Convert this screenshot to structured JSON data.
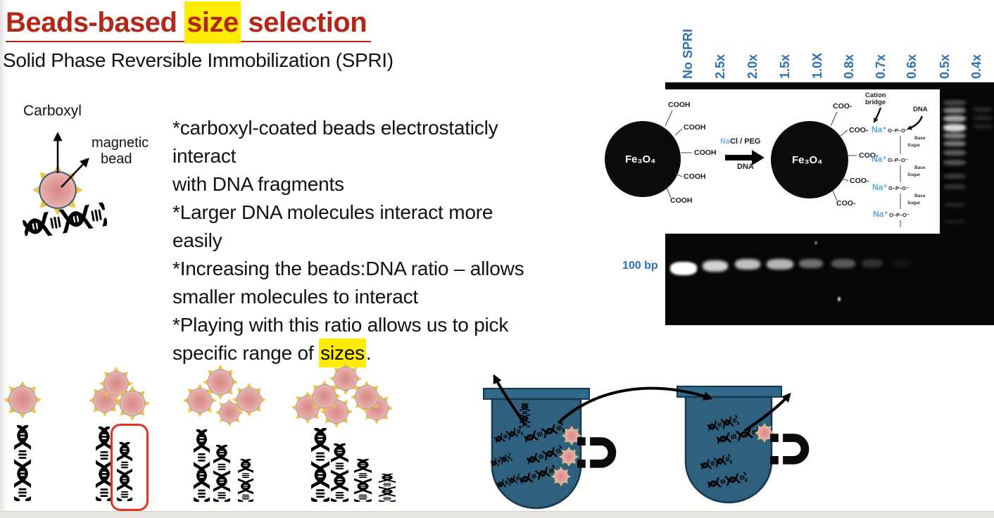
{
  "title": {
    "prefix": "Beads-based ",
    "highlight": "size",
    "suffix": " selection"
  },
  "subtitle": "Solid Phase Reversible Immobilization (SPRI)",
  "bead_diagram": {
    "carboxyl_label": "Carboxyl",
    "magnetic_label_line1": "magnetic",
    "magnetic_label_line2": "bead"
  },
  "bullets": {
    "lines": [
      "*carboxyl-coated beads electrostaticly",
      "interact",
      "with DNA fragments",
      "*Larger DNA molecules interact more",
      "easily",
      "*Increasing the beads:DNA ratio – allows",
      "smaller molecules to interact",
      "*Playing with this ratio allows us to pick"
    ],
    "last_line": {
      "prefix": "specific range of ",
      "highlight": "sizes",
      "suffix": "."
    }
  },
  "gel": {
    "lane_labels": [
      "No SPRI",
      "2.5x",
      "2.0x",
      "1.5x",
      "1.0X",
      "0.8x",
      "0.7x",
      "0.6x",
      "0.5x",
      "0.4x"
    ],
    "marker_label": "100 bp",
    "band_intensities": [
      1,
      0.82,
      0.75,
      0.7,
      0.42,
      0.33,
      0.17,
      0.05,
      0,
      0
    ]
  },
  "chemistry": {
    "particle_label": "Fe₃O₄",
    "cooh_label": "COOH",
    "coo_label": "COO-",
    "arrow_top_na": "Na",
    "arrow_top_rest": "Cl / PEG",
    "arrow_bottom_label": "DNA",
    "cation_bridge_line1": "Cation",
    "cation_bridge_line2": "bridge",
    "dna_label": "DNA",
    "na_label": "Na⁺",
    "phosphate_unit": "O–P–O⁻",
    "base_label": "Base",
    "sugar_label": "Sugar"
  },
  "colors": {
    "title_red": "#b3271a",
    "highlight_yellow": "#ffec00",
    "label_blue": "#2f6fb4",
    "tube_blue": "#2f617f",
    "bead_pink": "#e3a29e",
    "spike_gold": "#f0c24f",
    "selection_red": "#e63022"
  }
}
